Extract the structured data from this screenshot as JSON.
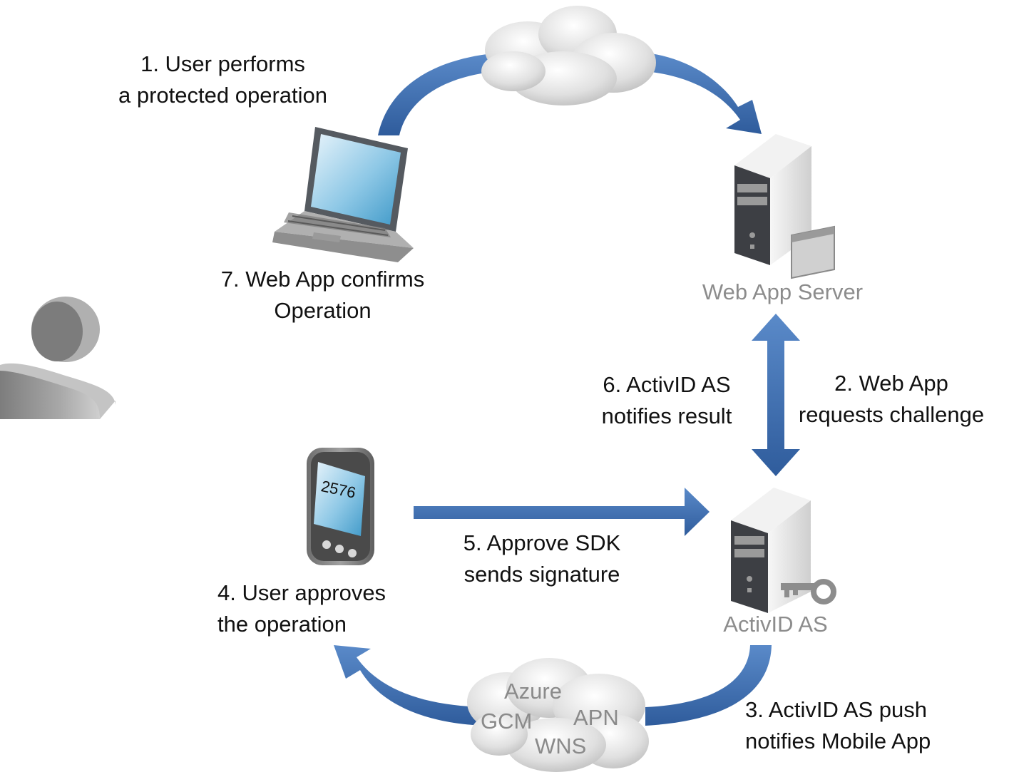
{
  "colors": {
    "arrow": "#3f6fb0",
    "arrow_dark": "#2a4f86",
    "server_grey": "#b9b9b9",
    "label_grey": "#8c8c8c",
    "cloud": "#d9d9d9"
  },
  "icons": {
    "user": "user-silhouette-icon",
    "laptop": "laptop-icon",
    "mobile": "mobile-phone-icon",
    "web_server": "server-icon",
    "auth_server": "server-with-key-icon",
    "cloud_top": "cloud-icon",
    "cloud_bottom": "cloud-icon"
  },
  "steps": {
    "s1": {
      "line1": "1. User performs",
      "line2": "a protected operation"
    },
    "s2": {
      "line1": "2. Web App",
      "line2": "requests challenge"
    },
    "s3": {
      "line1": "3. ActivID AS push",
      "line2": "notifies Mobile App"
    },
    "s4": {
      "line1": "4. User approves",
      "line2": "the operation"
    },
    "s5": {
      "line1": "5. Approve SDK",
      "line2": "sends signature"
    },
    "s6": {
      "line1": "6. ActivID AS",
      "line2": "notifies result"
    },
    "s7": {
      "line1": "7. Web App confirms",
      "line2": "Operation"
    }
  },
  "nodes": {
    "web_server": "Web App Server",
    "auth_server": "ActivID AS"
  },
  "phone_screen": "2576",
  "push_services": {
    "azure": "Azure",
    "gcm": "GCM",
    "apn": "APN",
    "wns": "WNS"
  }
}
